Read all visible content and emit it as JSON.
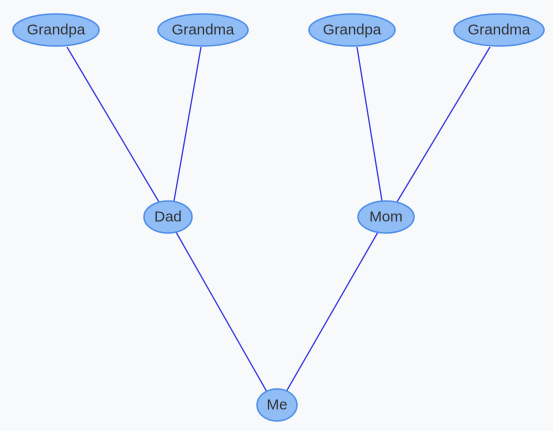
{
  "diagram": {
    "nodes": [
      {
        "id": "grandpa-paternal",
        "label": "Grandpa"
      },
      {
        "id": "grandma-paternal",
        "label": "Grandma"
      },
      {
        "id": "grandpa-maternal",
        "label": "Grandpa"
      },
      {
        "id": "grandma-maternal",
        "label": "Grandma"
      },
      {
        "id": "dad",
        "label": "Dad"
      },
      {
        "id": "mom",
        "label": "Mom"
      },
      {
        "id": "me",
        "label": "Me"
      }
    ],
    "edges": [
      {
        "from": "grandpa-paternal",
        "to": "dad"
      },
      {
        "from": "grandma-paternal",
        "to": "dad"
      },
      {
        "from": "grandpa-maternal",
        "to": "mom"
      },
      {
        "from": "grandma-maternal",
        "to": "mom"
      },
      {
        "from": "dad",
        "to": "me"
      },
      {
        "from": "mom",
        "to": "me"
      }
    ]
  }
}
